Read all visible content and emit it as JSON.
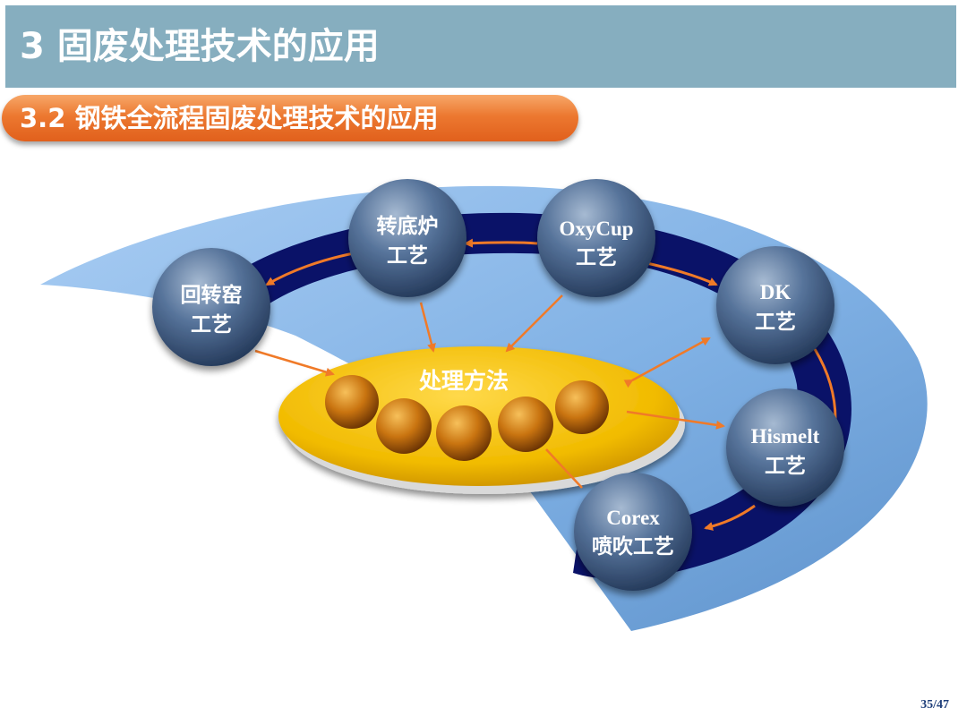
{
  "header": {
    "title": "3 固废处理技术的应用",
    "subtitle": "3.2 钢铁全流程固废处理技术的应用"
  },
  "diagram": {
    "center_label": "处理方法",
    "processes": [
      {
        "id": "rotary-kiln",
        "line1": "回转窑",
        "line2": "工艺"
      },
      {
        "id": "converter",
        "line1": "转底炉",
        "line2": "工艺"
      },
      {
        "id": "oxycup",
        "line1": "OxyCup",
        "line2": "工艺"
      },
      {
        "id": "dk",
        "line1": "DK",
        "line2": "工艺"
      },
      {
        "id": "hismelt",
        "line1": "Hismelt",
        "line2": "工艺"
      },
      {
        "id": "corex",
        "line1": "Corex",
        "line2": "喷吹工艺"
      }
    ],
    "colors": {
      "sweep": "#7fb0e4",
      "ring": "#0a1268",
      "ring_arrow": "#f07a28",
      "link_arrow": "#f07a28",
      "center_disk": "#f1bb00",
      "sphere": "#3e5a7e",
      "ball": "#c46a10"
    }
  },
  "footer": {
    "page": "35/47"
  }
}
